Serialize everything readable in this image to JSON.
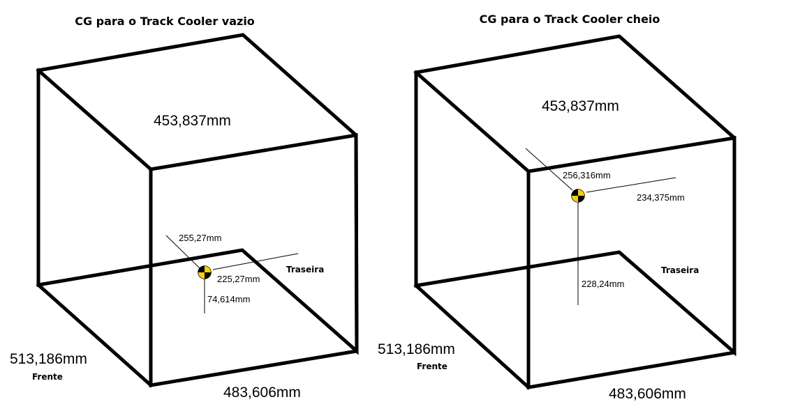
{
  "diagrams": [
    {
      "title": "CG para o Track Cooler vazio",
      "height_label": "453,837mm",
      "depth_label": "513,186mm",
      "width_label": "483,606mm",
      "front_label": "Frente",
      "rear_label": "Traseira",
      "cg_depth_label": "255,27mm",
      "cg_lateral_label": "225,27mm",
      "cg_height_label": "74,614mm"
    },
    {
      "title": "CG para o Track Cooler cheio",
      "height_label": "453,837mm",
      "depth_label": "513,186mm",
      "width_label": "483,606mm",
      "front_label": "Frente",
      "rear_label": "Traseira",
      "cg_depth_label": "256,316mm",
      "cg_lateral_label": "234,375mm",
      "cg_height_label": "228,24mm"
    }
  ],
  "colors": {
    "cg_marker_fill": "#f5d300",
    "line": "#000000"
  },
  "icons": [
    "cg-marker-icon"
  ]
}
